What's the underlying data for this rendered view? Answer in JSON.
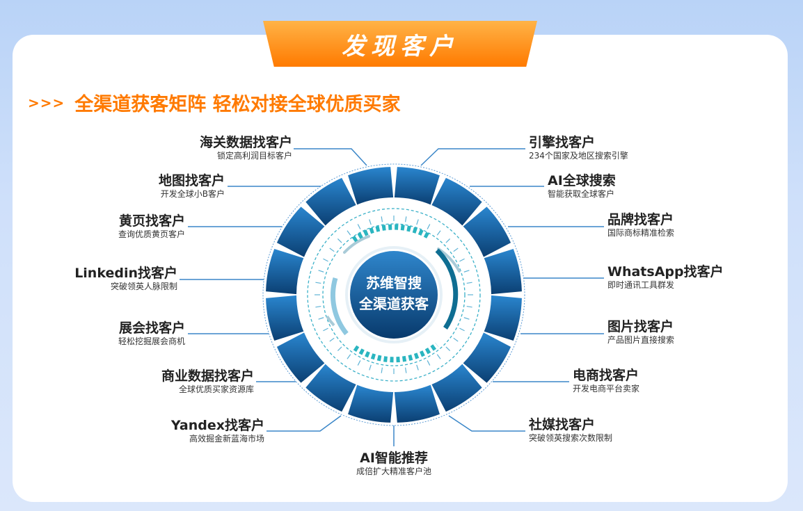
{
  "header": {
    "title": "发现客户",
    "arrows": ">>>",
    "subtitle": "全渠道获客矩阵 轻松对接全球优质买家"
  },
  "center": {
    "line1": "苏维智搜",
    "line2": "全渠道获客"
  },
  "colors": {
    "accent": "#ff7a00",
    "segment_top": "#2a86cf",
    "segment_bottom": "#0b3f72",
    "line": "#3a86c8"
  },
  "channels": [
    {
      "title": "海关数据找客户",
      "desc": "锁定高利润目标客户"
    },
    {
      "title": "地图找客户",
      "desc": "开发全球小B客户"
    },
    {
      "title": "黄页找客户",
      "desc": "查询优质黄页客户"
    },
    {
      "title": "Linkedin找客户",
      "desc": "突破领英人脉限制"
    },
    {
      "title": "展会找客户",
      "desc": "轻松挖掘展会商机"
    },
    {
      "title": "商业数据找客户",
      "desc": "全球优质买家资源库"
    },
    {
      "title": "Yandex找客户",
      "desc": "高效掘金新蓝海市场"
    },
    {
      "title": "AI智能推荐",
      "desc": "成倍扩大精准客户池"
    },
    {
      "title": "引擎找客户",
      "desc": "234个国家及地区搜索引擎"
    },
    {
      "title": "AI全球搜索",
      "desc": "智能获取全球客户"
    },
    {
      "title": "品牌找客户",
      "desc": "国际商标精准检索"
    },
    {
      "title": "WhatsApp找客户",
      "desc": "即时通讯工具群发"
    },
    {
      "title": "图片找客户",
      "desc": "产品图片直接搜索"
    },
    {
      "title": "电商找客户",
      "desc": "开发电商平台卖家"
    },
    {
      "title": "社媒找客户",
      "desc": "突破领英搜索次数限制"
    }
  ]
}
